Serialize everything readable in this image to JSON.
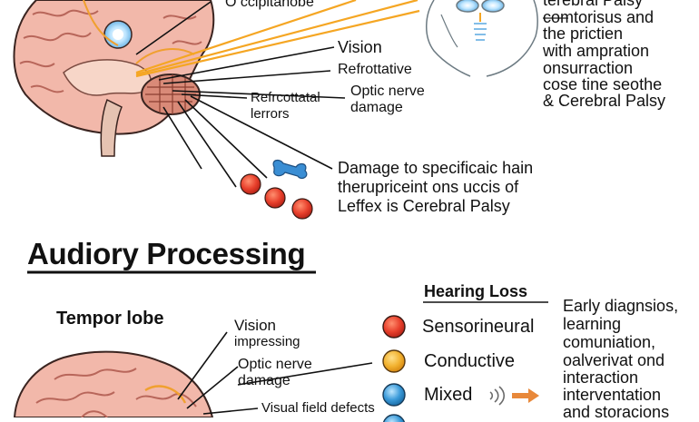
{
  "top": {
    "occipital_label": "O ccipitanobe",
    "vision_label": "Vision",
    "refrottative_label": "Refrottative",
    "optic_label_1": "Optic nerve",
    "optic_label_2": "damage",
    "refrottal_label_1": "Refrcottatal",
    "refrottal_label_2": "lerrors",
    "damage_text_1": "Damage to specificaic hain",
    "damage_text_2": "therupriceint ons uccis of",
    "damage_text_3": "Leffex is Cerebral Palsy",
    "right_text_1": "terebral Palsy",
    "right_text_2": "comtorisus and",
    "right_text_3": "the prictien",
    "right_text_4": "with ampration",
    "right_text_5": "onsurraction",
    "right_text_6": "cose tine seothe",
    "right_text_7": "& Cerebral Palsy"
  },
  "auditory": {
    "heading": "Audiory Processing",
    "tempor_label": "Tempor lobe",
    "vision_label": "Vision",
    "impressing_label": "impressing",
    "optic_label_1": "Optic nerve",
    "optic_label_2": "damage",
    "visual_field_label": "Visual field defects"
  },
  "hearing_loss": {
    "title": "Hearing Loss",
    "items": [
      {
        "label": "Sensorineural",
        "color": "#e8402c"
      },
      {
        "label": "Conductive",
        "color": "#f2b230"
      },
      {
        "label": "Mixed",
        "color": "#3a9ad9"
      }
    ],
    "arrow_color": "#e8883a"
  },
  "early_list": {
    "lines": [
      "Early diagnsios,",
      "learning",
      "comuniation,",
      "oalverivat ond",
      "interaction",
      "interventation",
      "and storacions"
    ]
  }
}
